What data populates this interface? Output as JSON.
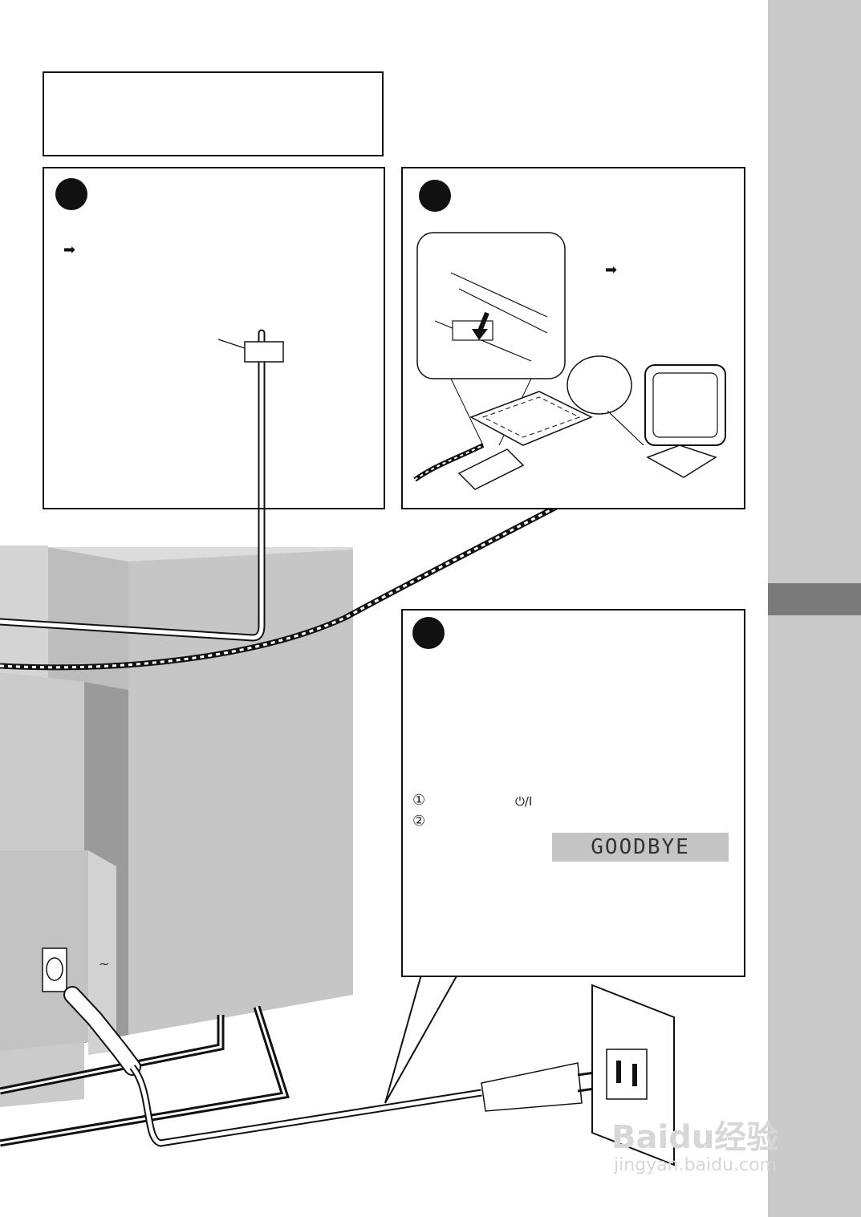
{
  "colors": {
    "background": "#ffffff",
    "unit_gray_light": "#d4d4d4",
    "unit_gray_mid": "#c6c6c6",
    "unit_gray_dark": "#9a9a9a",
    "side_strip": "#c9c9c9",
    "side_tab": "#7a7a7a",
    "lcd_background": "#c4c4c4",
    "watermark": "#d7d7d7"
  },
  "icons": {
    "arrow_right_a": "➡",
    "arrow_right_b": "➡",
    "step_marker": "black-circle",
    "power_symbol": "power-standby-icon"
  },
  "steps": {
    "step3": {
      "items": [
        {
          "marker": "①",
          "symbol": "⏻/I"
        },
        {
          "marker": "②"
        }
      ],
      "display_text": "GOODBYE"
    }
  },
  "outlet_label": "~",
  "watermark": {
    "logo": "Baidu经验",
    "url": "jingyan.baidu.com"
  }
}
